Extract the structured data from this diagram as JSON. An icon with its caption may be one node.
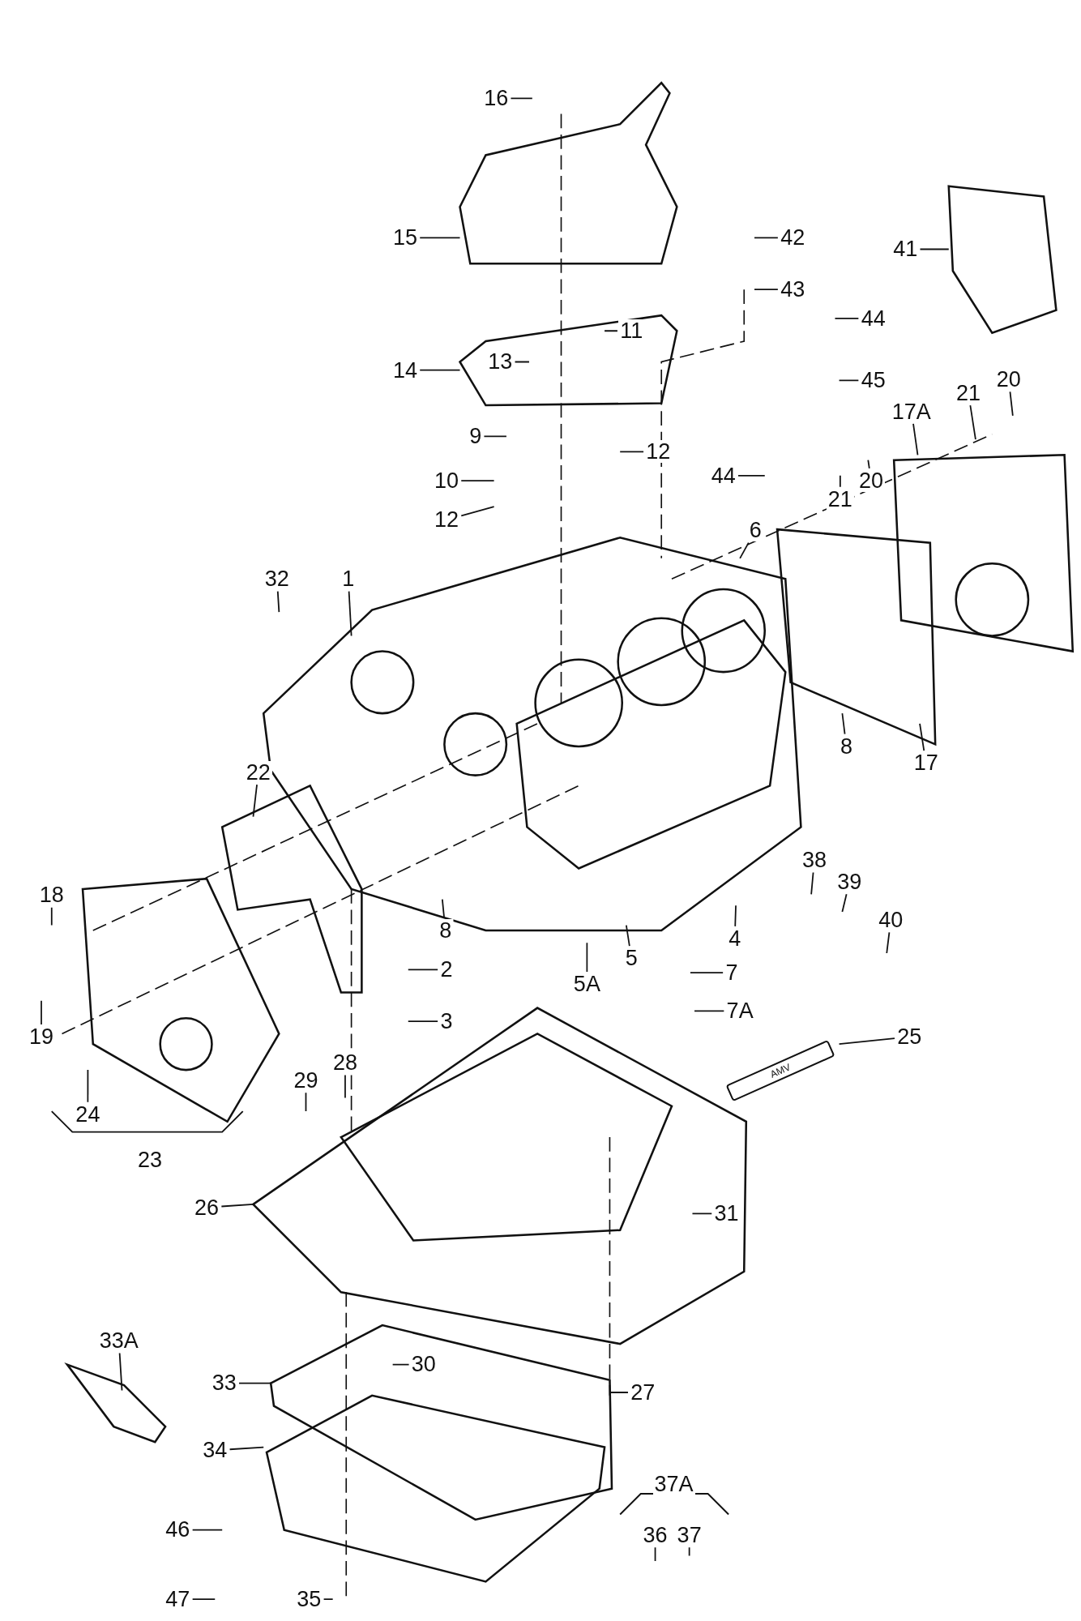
{
  "diagram": {
    "nodes": [
      {
        "text": [
          "16"
        ]
      },
      {
        "text": [
          "15"
        ]
      },
      {
        "text": [
          "42"
        ]
      },
      {
        "text": [
          "41"
        ]
      },
      {
        "text": [
          "43"
        ]
      },
      {
        "text": [
          "44"
        ]
      },
      {
        "text": [
          "11"
        ]
      },
      {
        "text": [
          "13"
        ]
      },
      {
        "text": [
          "14"
        ]
      },
      {
        "text": [
          "45"
        ]
      },
      {
        "text": [
          "9"
        ]
      },
      {
        "text": [
          "12"
        ]
      },
      {
        "text": [
          "21"
        ]
      },
      {
        "text": [
          "20"
        ]
      },
      {
        "text": [
          "17A"
        ]
      },
      {
        "text": [
          "10"
        ]
      },
      {
        "text": [
          "44"
        ]
      },
      {
        "text": [
          "21"
        ]
      },
      {
        "text": [
          "20"
        ]
      },
      {
        "text": [
          "12"
        ]
      },
      {
        "text": [
          "6"
        ]
      },
      {
        "text": [
          "32"
        ]
      },
      {
        "text": [
          "1"
        ]
      },
      {
        "text": [
          "8"
        ]
      },
      {
        "text": [
          "17"
        ]
      },
      {
        "text": [
          "22"
        ]
      },
      {
        "text": [
          "18"
        ]
      },
      {
        "text": [
          "38"
        ]
      },
      {
        "text": [
          "39"
        ]
      },
      {
        "text": [
          "40"
        ]
      },
      {
        "text": [
          "8"
        ]
      },
      {
        "text": [
          "4"
        ]
      },
      {
        "text": [
          "5"
        ]
      },
      {
        "text": [
          "5A"
        ]
      },
      {
        "text": [
          "2"
        ]
      },
      {
        "text": [
          "7"
        ]
      },
      {
        "text": [
          "19"
        ]
      },
      {
        "text": [
          "3"
        ]
      },
      {
        "text": [
          "7A"
        ]
      },
      {
        "text": [
          "25"
        ]
      },
      {
        "text": [
          "28"
        ]
      },
      {
        "text": [
          "29"
        ]
      },
      {
        "text": [
          "24"
        ]
      },
      {
        "text": [
          "26"
        ]
      },
      {
        "text": [
          "31"
        ]
      },
      {
        "text": [
          "33A"
        ]
      },
      {
        "text": [
          "30"
        ]
      },
      {
        "text": [
          "33"
        ]
      },
      {
        "text": [
          "27"
        ]
      },
      {
        "text": [
          "34"
        ]
      },
      {
        "text": [
          "36"
        ]
      },
      {
        "text": [
          "37"
        ]
      },
      {
        "text": [
          "46"
        ]
      },
      {
        "text": [
          "47"
        ]
      },
      {
        "text": [
          "35"
        ]
      },
      {
        "text": [
          "23"
        ]
      },
      {
        "text": [
          "37A"
        ]
      },
      {
        "text": [
          "AMV"
        ]
      }
    ],
    "edges": [
      {
        "from": 0,
        "to": null,
        "arrow": "none"
      },
      {
        "from": 1,
        "to": null,
        "arrow": "none"
      },
      {
        "from": 2,
        "to": null,
        "arrow": "none"
      },
      {
        "from": 3,
        "to": null,
        "arrow": "none"
      },
      {
        "from": 4,
        "to": null,
        "arrow": "none"
      },
      {
        "from": 5,
        "to": null,
        "arrow": "none"
      },
      {
        "from": 6,
        "to": null,
        "arrow": "none"
      },
      {
        "from": 7,
        "to": null,
        "arrow": "none"
      },
      {
        "from": 8,
        "to": null,
        "arrow": "none"
      },
      {
        "from": 9,
        "to": null,
        "arrow": "none"
      },
      {
        "from": 10,
        "to": null,
        "arrow": "none"
      },
      {
        "from": 11,
        "to": null,
        "arrow": "none"
      },
      {
        "from": 12,
        "to": null,
        "arrow": "none"
      },
      {
        "from": 13,
        "to": null,
        "arrow": "none"
      },
      {
        "from": 14,
        "to": null,
        "arrow": "none"
      },
      {
        "from": 15,
        "to": null,
        "arrow": "none"
      },
      {
        "from": 16,
        "to": null,
        "arrow": "none"
      },
      {
        "from": 17,
        "to": null,
        "arrow": "none"
      },
      {
        "from": 18,
        "to": null,
        "arrow": "none"
      },
      {
        "from": 19,
        "to": null,
        "arrow": "none"
      },
      {
        "from": 20,
        "to": null,
        "arrow": "none"
      },
      {
        "from": 21,
        "to": null,
        "arrow": "none"
      },
      {
        "from": 22,
        "to": null,
        "arrow": "none"
      },
      {
        "from": 23,
        "to": null,
        "arrow": "none"
      },
      {
        "from": 24,
        "to": null,
        "arrow": "none"
      },
      {
        "from": 25,
        "to": null,
        "arrow": "none"
      },
      {
        "from": 26,
        "to": null,
        "arrow": "none"
      },
      {
        "from": 27,
        "to": null,
        "arrow": "none"
      },
      {
        "from": 28,
        "to": null,
        "arrow": "none"
      },
      {
        "from": 29,
        "to": null,
        "arrow": "none"
      },
      {
        "from": 30,
        "to": null,
        "arrow": "none"
      },
      {
        "from": 31,
        "to": null,
        "arrow": "none"
      },
      {
        "from": 32,
        "to": null,
        "arrow": "none"
      },
      {
        "from": 33,
        "to": null,
        "arrow": "none"
      },
      {
        "from": 34,
        "to": null,
        "arrow": "none"
      },
      {
        "from": 35,
        "to": null,
        "arrow": "none"
      },
      {
        "from": 36,
        "to": null,
        "arrow": "none"
      },
      {
        "from": 37,
        "to": null,
        "arrow": "none"
      },
      {
        "from": 38,
        "to": null,
        "arrow": "none"
      },
      {
        "from": 39,
        "to": 57,
        "arrow": "none"
      },
      {
        "from": 40,
        "to": null,
        "arrow": "none"
      },
      {
        "from": 41,
        "to": null,
        "arrow": "none"
      },
      {
        "from": 42,
        "to": null,
        "arrow": "none"
      },
      {
        "from": 43,
        "to": null,
        "arrow": "none"
      },
      {
        "from": 44,
        "to": null,
        "arrow": "none"
      },
      {
        "from": 45,
        "to": null,
        "arrow": "none"
      },
      {
        "from": 46,
        "to": null,
        "arrow": "none"
      },
      {
        "from": 47,
        "to": null,
        "arrow": "none"
      },
      {
        "from": 48,
        "to": null,
        "arrow": "none"
      },
      {
        "from": 49,
        "to": null,
        "arrow": "none"
      },
      {
        "from": 50,
        "to": null,
        "arrow": "none"
      },
      {
        "from": 51,
        "to": null,
        "arrow": "none"
      },
      {
        "from": 52,
        "to": null,
        "arrow": "none"
      },
      {
        "from": 53,
        "to": null,
        "arrow": "none"
      },
      {
        "from": 54,
        "to": null,
        "arrow": "none"
      }
    ]
  }
}
